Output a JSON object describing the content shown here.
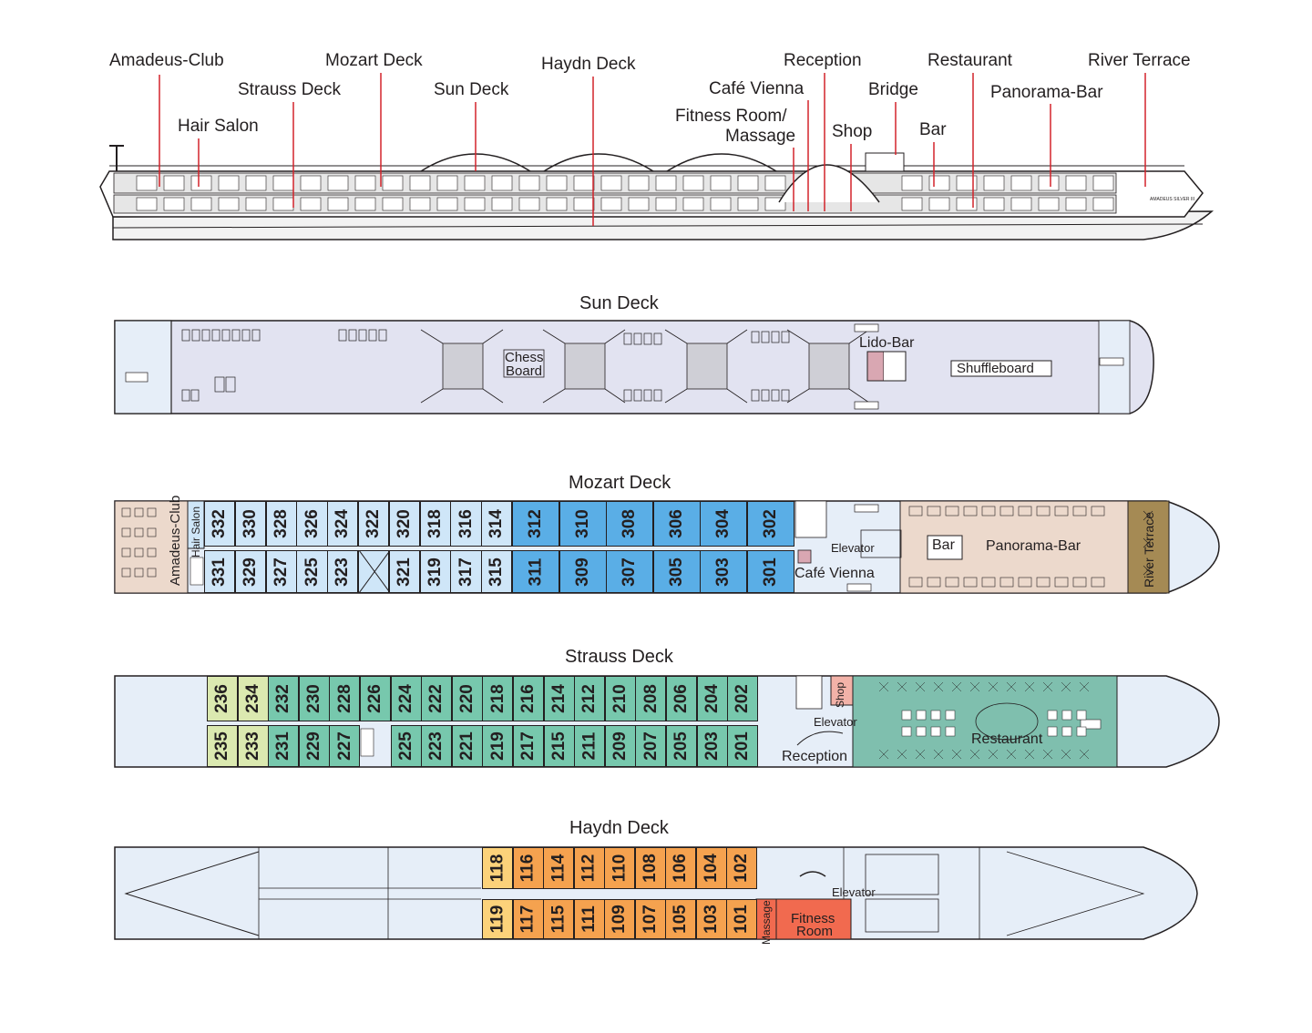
{
  "profile_labels": {
    "amadeus_club": "Amadeus-Club",
    "hair_salon": "Hair Salon",
    "strauss_deck": "Strauss Deck",
    "mozart_deck": "Mozart Deck",
    "sun_deck": "Sun Deck",
    "haydn_deck": "Haydn Deck",
    "fitness_massage_1": "Fitness Room/",
    "fitness_massage_2": "Massage",
    "reception": "Reception",
    "cafe_vienna": "Café Vienna",
    "shop": "Shop",
    "bridge": "Bridge",
    "restaurant": "Restaurant",
    "bar": "Bar",
    "panorama_bar": "Panorama-Bar",
    "river_terrace": "River Terrace",
    "ship_name": "AMADEUS SILVER III"
  },
  "sun_deck": {
    "title": "Sun Deck",
    "chess_1": "Chess",
    "chess_2": "Board",
    "lido_bar": "Lido-Bar",
    "shuffleboard": "Shuffleboard"
  },
  "mozart_deck": {
    "title": "Mozart Deck",
    "amadeus_club": "Amadeus-Club",
    "hair_salon": "Hair Salon",
    "elevator": "Elevator",
    "cafe_vienna": "Café Vienna",
    "bar": "Bar",
    "panorama_bar": "Panorama-Bar",
    "river_terrace": "River Terrace",
    "top_cabins": [
      "332",
      "330",
      "328",
      "326",
      "324",
      "322",
      "320",
      "318",
      "316",
      "314",
      "312",
      "310",
      "308",
      "306",
      "304",
      "302"
    ],
    "bottom_cabins": [
      "331",
      "329",
      "327",
      "325",
      "323",
      "",
      "321",
      "319",
      "317",
      "315",
      "311",
      "309",
      "307",
      "305",
      "303",
      "301"
    ]
  },
  "strauss_deck": {
    "title": "Strauss Deck",
    "shop": "Shop",
    "elevator": "Elevator",
    "reception": "Reception",
    "restaurant": "Restaurant",
    "top_cabins": [
      "236",
      "234",
      "232",
      "230",
      "228",
      "226",
      "224",
      "222",
      "220",
      "218",
      "216",
      "214",
      "212",
      "210",
      "208",
      "206",
      "204",
      "202"
    ],
    "bottom_cabins": [
      "235",
      "233",
      "231",
      "229",
      "227",
      "",
      "225",
      "223",
      "221",
      "219",
      "217",
      "215",
      "211",
      "209",
      "207",
      "205",
      "203",
      "201"
    ]
  },
  "haydn_deck": {
    "title": "Haydn Deck",
    "elevator": "Elevator",
    "massage": "Massage",
    "fitness_1": "Fitness",
    "fitness_2": "Room",
    "top_cabins": [
      "118",
      "116",
      "114",
      "112",
      "110",
      "108",
      "106",
      "104",
      "102"
    ],
    "bottom_cabins": [
      "119",
      "117",
      "115",
      "111",
      "109",
      "107",
      "105",
      "103",
      "101"
    ]
  },
  "colors": {
    "sun_deck_fill": "#e2e3f1",
    "hull_fill": "#e6eef8",
    "mozart_light_cabin": "#cfe6f8",
    "mozart_dark_cabin": "#5aaee6",
    "club_fill": "#ecd9cc",
    "panorama_fill": "#ecd9cc",
    "terrace_fill": "#a58a54",
    "strauss_cabin": "#77c8ad",
    "strauss_yellow": "#dbe9b0",
    "restaurant_fill": "#7fbfae",
    "shop_fill": "#f2b2a8",
    "haydn_orange": "#f5a24f",
    "haydn_yellow": "#fcd27a",
    "fitness_fill": "#f16a4f",
    "leader_line": "#d2232a"
  }
}
